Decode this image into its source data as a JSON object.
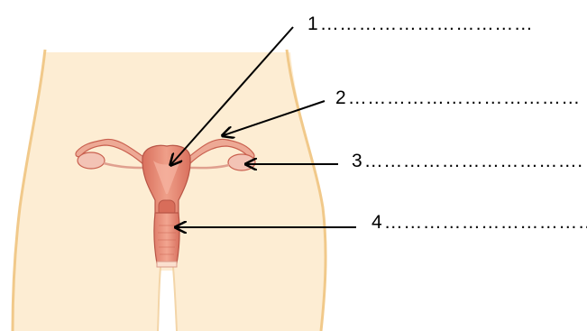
{
  "labels": [
    {
      "number": "1",
      "blank": "……………………………"
    },
    {
      "number": "2",
      "blank": "………………………………"
    },
    {
      "number": "3",
      "blank": "……………………………."
    },
    {
      "number": "4",
      "blank": "……………………………."
    }
  ],
  "colors": {
    "skin": "#fdedd3",
    "skin_outline": "#f1c98a",
    "organ": "#e8947e",
    "organ_dark": "#c9604f",
    "tube": "#eda995",
    "ovary": "#f3c3b5",
    "arrow": "#000000"
  }
}
